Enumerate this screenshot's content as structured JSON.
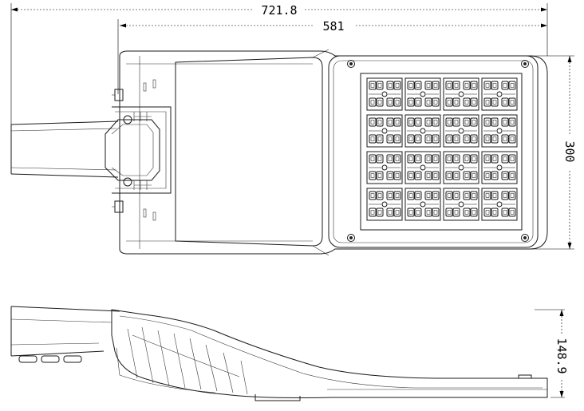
{
  "dimensions": {
    "overall_length": "721.8",
    "body_length": "581",
    "head_width": "300",
    "height": "148.9"
  },
  "led_array": {
    "rows": 4,
    "cols": 4
  }
}
